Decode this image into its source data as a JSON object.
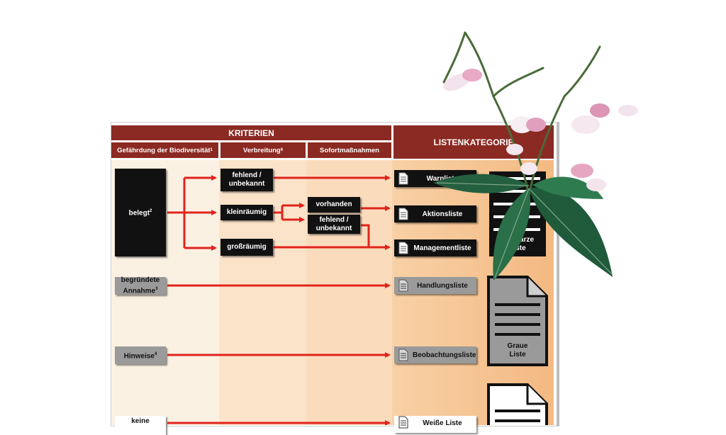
{
  "header": {
    "criteria": "KRITERIEN",
    "categories": "LISTENKATEGORIE"
  },
  "columns": {
    "biodiversity": "Gefährdung der Biodiversität",
    "biodiversity_note": "1",
    "spread": "Verbreitung",
    "spread_note": "6",
    "measures": "Sofortmaßnahmen"
  },
  "boxes": {
    "belegt": "belegt",
    "belegt_note": "2",
    "begruendet_line1": "begründete",
    "begruendet_line2": "Annahme",
    "begruendet_note": "3",
    "hinweise": "Hinweise",
    "hinweise_note": "4",
    "keine": "keine",
    "fehlend_line1": "fehlend /",
    "fehlend_line2": "unbekannt",
    "kleinraeumig": "kleinräumig",
    "grossraeumig": "großräumig",
    "vorhanden": "vorhanden",
    "sm_fehlend_line1": "fehlend /",
    "sm_fehlend_line2": "unbekannt"
  },
  "lists": {
    "warnliste": "Warnliste",
    "aktionsliste": "Aktionsliste",
    "managementliste": "Managementliste",
    "handlungsliste": "Handlungsliste",
    "beobachtungsliste": "Beobachtungsliste",
    "weisse_liste": "Weiße Liste"
  },
  "big_docs": {
    "schwarze_line1": "Schwarze",
    "schwarze_line2": "Liste",
    "graue_line1": "Graue",
    "graue_line2": "Liste"
  },
  "colors": {
    "header_red": "#8b2a22",
    "arrow_red": "#e0241c",
    "col1": "#fbf1e3",
    "col2": "#fbe3c9",
    "col3": "#fadcbd",
    "col4": "#f5c08d"
  }
}
